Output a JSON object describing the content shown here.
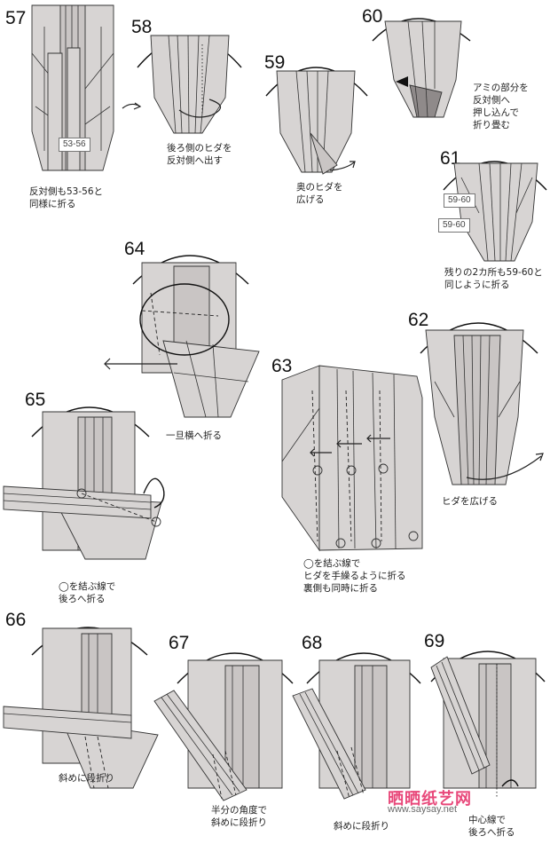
{
  "steps": {
    "s57": {
      "number": "57",
      "tag": "53-56",
      "caption": "反対側も53-56と\n同様に折る"
    },
    "s58": {
      "number": "58",
      "caption": "後ろ側のヒダを\n反対側へ出す"
    },
    "s59": {
      "number": "59",
      "caption": "奥のヒダを\n広げる"
    },
    "s60": {
      "number": "60",
      "caption": "アミの部分を\n反対側へ\n押し込んで\n折り畳む"
    },
    "s61": {
      "number": "61",
      "tag_top": "59-60",
      "tag_bottom": "59-60",
      "caption": "残りの2カ所も59-60と\n同じように折る"
    },
    "s62": {
      "number": "62",
      "caption": "ヒダを広げる"
    },
    "s63": {
      "number": "63",
      "caption": "◯を結ぶ線で\nヒダを手繰るように折る\n裏側も同時に折る"
    },
    "s64": {
      "number": "64",
      "caption": "一旦横へ折る"
    },
    "s65": {
      "number": "65",
      "caption": "◯を結ぶ線で\n後ろへ折る"
    },
    "s66": {
      "number": "66",
      "caption": "斜めに段折り"
    },
    "s67": {
      "number": "67",
      "caption": "半分の角度で\n斜めに段折り"
    },
    "s68": {
      "number": "68",
      "caption": "斜めに段折り"
    },
    "s69": {
      "number": "69",
      "caption": "中心線で\n後ろへ折る"
    }
  },
  "watermark": {
    "title": "晒晒纸艺网",
    "url": "www.saysay.net"
  }
}
